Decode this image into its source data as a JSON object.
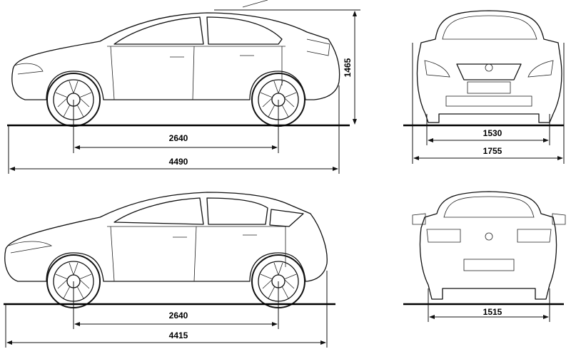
{
  "sedan_side": {
    "wheelbase": "2640",
    "length": "4490",
    "height": "1465"
  },
  "sedan_front": {
    "track": "1530",
    "width": "1755"
  },
  "hatch_side": {
    "wheelbase": "2640",
    "length": "4415"
  },
  "hatch_rear": {
    "track": "1515"
  }
}
